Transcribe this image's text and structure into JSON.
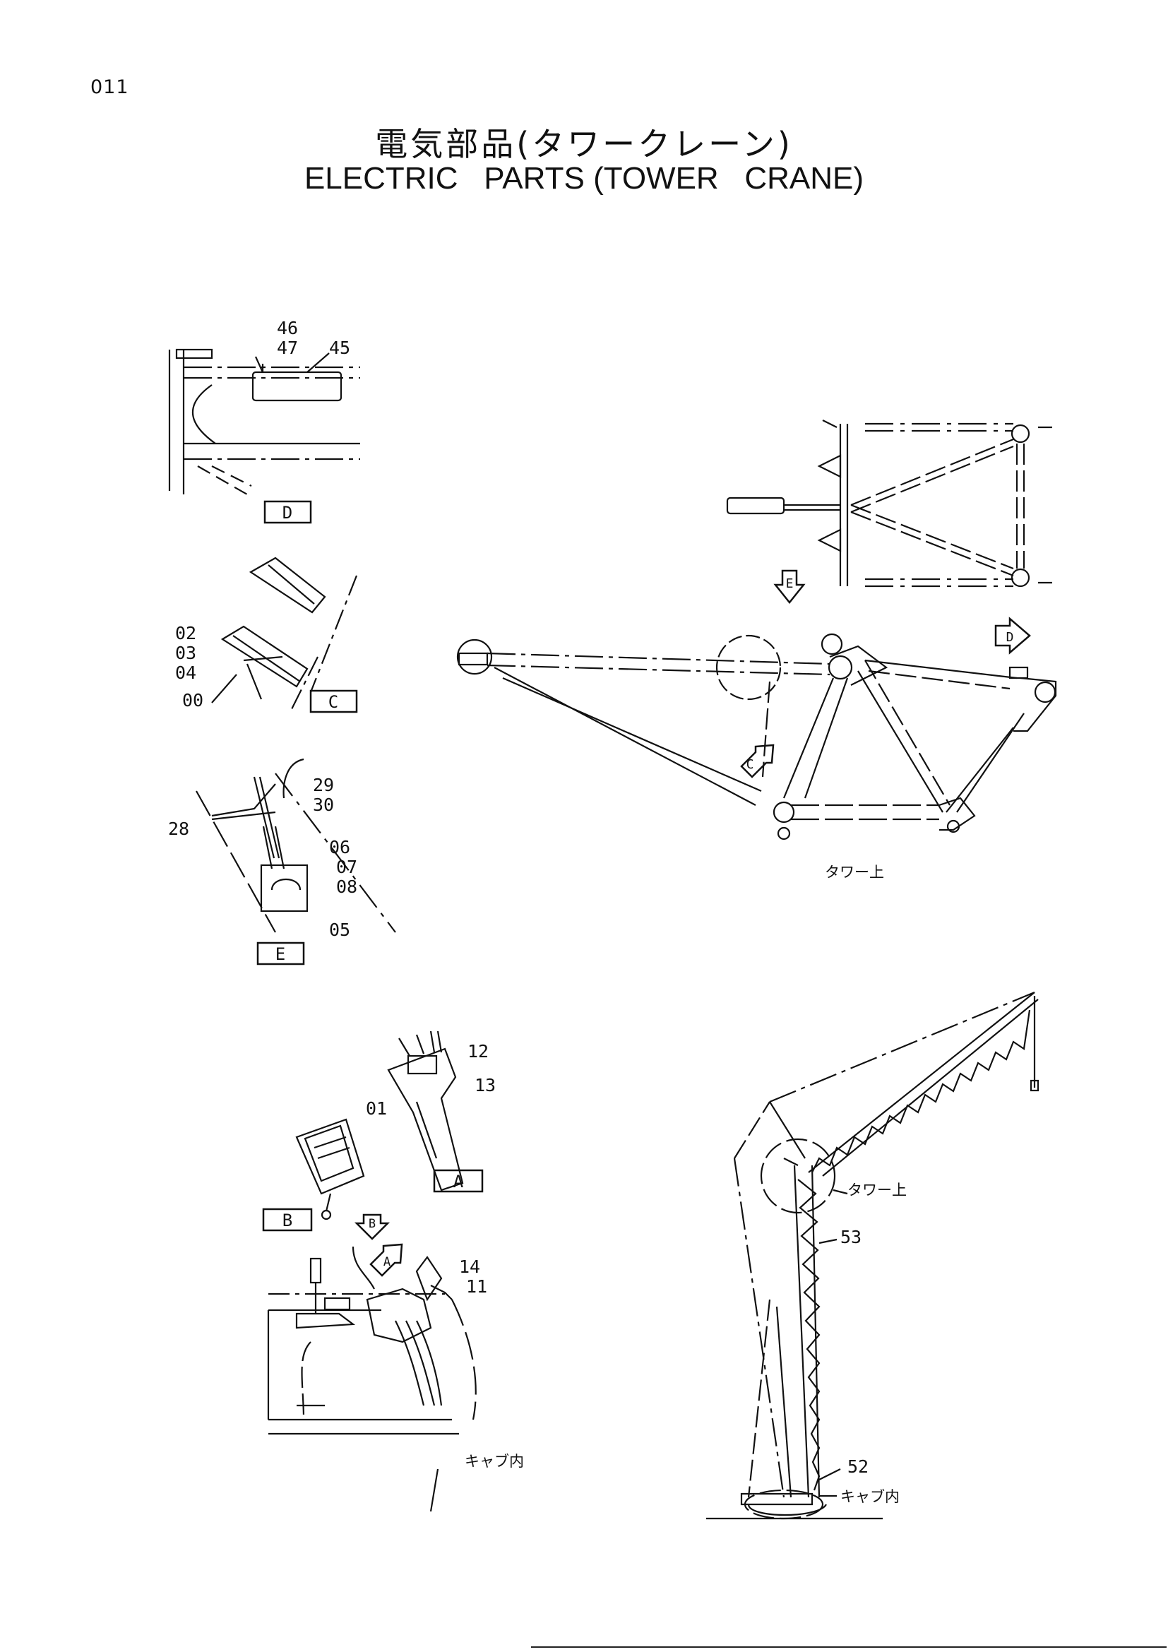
{
  "header": {
    "page_number": "011",
    "title_jp": "電気部品(タワークレーン)",
    "title_en": "ELECTRIC   PARTS (TOWER   CRANE)"
  },
  "views": {
    "D": {
      "label": "D",
      "callouts": [
        "46",
        "47",
        "45"
      ]
    },
    "C": {
      "label": "C",
      "callouts": [
        "02",
        "03",
        "04",
        "00"
      ]
    },
    "E": {
      "label": "E",
      "callouts": [
        "29",
        "30",
        "28",
        "06",
        "07",
        "08",
        "05"
      ]
    },
    "A": {
      "label": "A",
      "callouts": [
        "12",
        "13"
      ]
    },
    "B": {
      "label": "B",
      "callouts": [
        "01"
      ]
    }
  },
  "cab": {
    "callouts": [
      "14",
      "11"
    ],
    "note": "キャブ内"
  },
  "tower_top": {
    "note": "タワー上",
    "arrows": [
      "E",
      "D",
      "C"
    ]
  },
  "crane": {
    "callouts": [
      "53",
      "52"
    ],
    "note_top": "タワー上",
    "note_bottom": "キャブ内"
  },
  "cab_arrows": [
    "B",
    "A"
  ]
}
